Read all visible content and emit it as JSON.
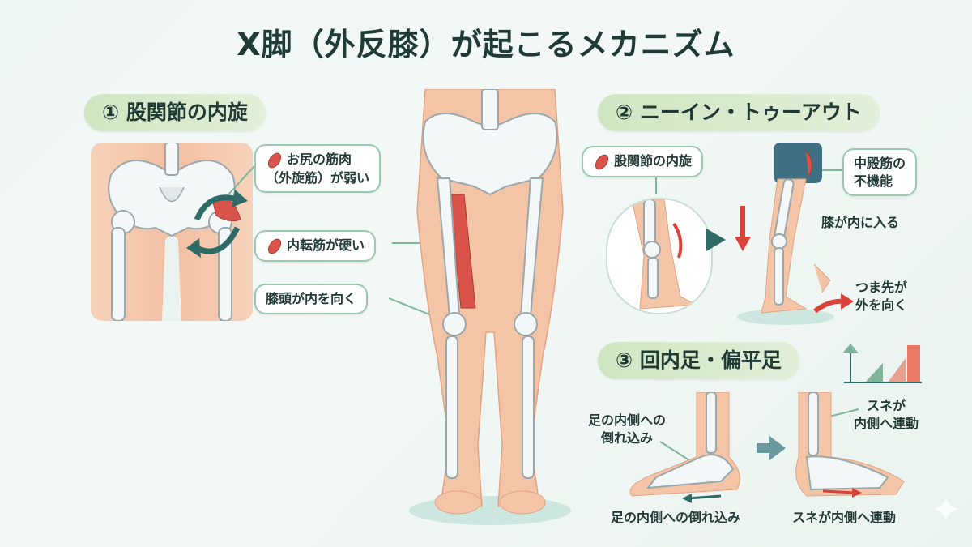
{
  "title": "X脚（外反膝）が起こるメカニズム",
  "sections": {
    "s1": {
      "label": "① 股関節の内旋"
    },
    "s2": {
      "label": "② ニーイン・トゥーアウト"
    },
    "s3": {
      "label": "③ 回内足・偏平足"
    }
  },
  "callouts": {
    "glute_line1": "お尻の筋肉",
    "glute_line2": "（外旋筋）が弱い",
    "adductor": "内転筋が硬い",
    "kneecap": "膝頭が内を向く",
    "hip_internal": "股関節の内旋",
    "gluteus_medius_line1": "中殿筋の",
    "gluteus_medius_line2": "不機能"
  },
  "labels": {
    "knee_in": "膝が内に入る",
    "toe_out_line1": "つま先が",
    "toe_out_line2": "外を向く",
    "foot_collapse_line1": "足の内側への",
    "foot_collapse_line2": "倒れ込み",
    "shin_line1": "スネが",
    "shin_line2": "内側へ連動",
    "bottom_left": "足の内側への倒れ込み",
    "bottom_right": "スネが内側へ連動"
  },
  "colors": {
    "skin": "#f4c6a8",
    "bone": "#f4f7f8",
    "muscle": "#d9534a",
    "arrow_red": "#d9413a",
    "arrow_teal": "#2f6b66",
    "accent_green": "#9cc9ad"
  },
  "icons": [
    "muscle-icon",
    "rotate-arrow-icon",
    "bar-chart-icon",
    "sparkle-icon"
  ]
}
